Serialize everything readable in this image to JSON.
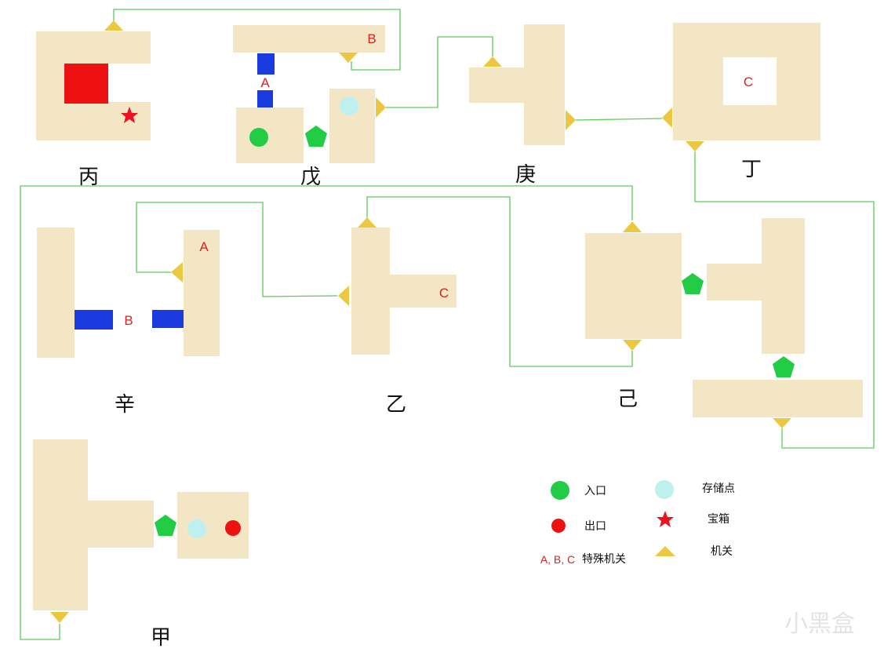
{
  "zones": {
    "bing": "丙",
    "wu": "戊",
    "geng": "庚",
    "ding": "丁",
    "xin": "辛",
    "yi": "乙",
    "ji": "己",
    "jia": "甲"
  },
  "markers": {
    "a": "A",
    "b": "B",
    "c": "C"
  },
  "legend": {
    "entrance": "入口",
    "exit": "出口",
    "special_label": "A, B, C",
    "special": "特殊机关",
    "save": "存储点",
    "chest": "宝箱",
    "switch": "机关"
  },
  "watermark": "小黑盒",
  "colors": {
    "room": "#f2e6c4",
    "switch": "#ecc840",
    "wire": "#5ccc5c",
    "door": "#1a3be0",
    "entrance": "#22cc44",
    "exit": "#ee1111",
    "save": "#bff0f0"
  }
}
